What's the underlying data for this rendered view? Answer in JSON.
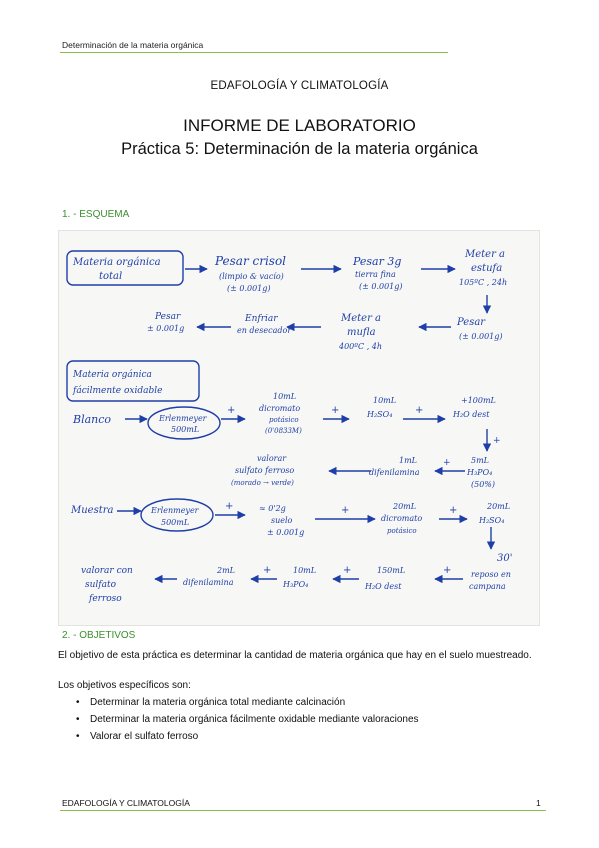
{
  "header": {
    "text": "Determinación de la materia orgánica"
  },
  "subject": "EDAFOLOGÍA Y CLIMATOLOGÍA",
  "report_title": "INFORME DE LABORATORIO",
  "practice_title": "Práctica 5: Determinación de la materia orgánica",
  "section1": {
    "heading": "1. - ESQUEMA"
  },
  "sketch": {
    "total_label": [
      "Materia orgánica",
      "total"
    ],
    "pesar_crisol": [
      "Pesar crisol",
      "(limpio & vacío)",
      "(± 0.001g)"
    ],
    "pesar_3g": [
      "Pesar 3g",
      "tierra fina",
      "(± 0.001g)"
    ],
    "estufa": [
      "Meter a",
      "estufa",
      "105ºC , 24h"
    ],
    "pesar_r": [
      "Pesar",
      "(± 0.001g)"
    ],
    "mufla": [
      "Meter a",
      "mufla",
      "400ºC , 4h"
    ],
    "enfriar": [
      "Enfriar",
      "en desecador"
    ],
    "pesar_l": [
      "Pesar",
      "± 0.001g"
    ],
    "oxid_label": [
      "Materia orgánica",
      "fácilmente oxidable"
    ],
    "blanco": "Blanco",
    "erlen1": [
      "Erlenmeyer",
      "500mL"
    ],
    "dicromato1": [
      "10mL",
      "dicromato",
      "potásico",
      "(0'0833M)"
    ],
    "h2so4_1": [
      "10mL",
      "H₂SO₄"
    ],
    "agua1": [
      "+100mL",
      "H₂O dest"
    ],
    "h3po4_1": [
      "5mL",
      "H₃PO₄",
      "(50%)"
    ],
    "difen1": [
      "1mL",
      "difenilamina"
    ],
    "valorar1": [
      "valorar",
      "sulfato ferroso",
      "(morado → verde)"
    ],
    "muestra": "Muestra",
    "erlen2": [
      "Erlenmeyer",
      "500mL"
    ],
    "suelo": [
      "≈ 0'2g",
      "suelo",
      "± 0.001g"
    ],
    "dicromato2": [
      "20mL",
      "dicromato",
      "potásico"
    ],
    "h2so4_2": [
      "20mL",
      "H₂SO₄"
    ],
    "reposo": [
      "30'",
      "reposo en",
      "campana"
    ],
    "agua2": [
      "150mL",
      "H₂O dest"
    ],
    "h3po4_2": [
      "10mL",
      "H₃PO₄"
    ],
    "difen2": [
      "2mL",
      "difenilamina"
    ],
    "valorar2": [
      "valorar con",
      "sulfato",
      "ferroso"
    ],
    "plus": "+"
  },
  "section2": {
    "heading": "2. - OBJETIVOS",
    "paragraph": "El objetivo de esta práctica es determinar la cantidad de materia orgánica que hay en el suelo muestreado.",
    "specific": "Los objetivos específicos son:",
    "items": [
      "Determinar la materia orgánica total mediante calcinación",
      "Determinar la materia orgánica fácilmente oxidable mediante valoraciones",
      "Valorar el sulfato ferroso"
    ]
  },
  "footer": {
    "text": "EDAFOLOGÍA Y CLIMATOLOGÍA",
    "page": "1"
  },
  "colors": {
    "accent_line": "#8bbf4c",
    "heading_green": "#3a8f2e",
    "ink_blue": "#1f3fa8"
  }
}
